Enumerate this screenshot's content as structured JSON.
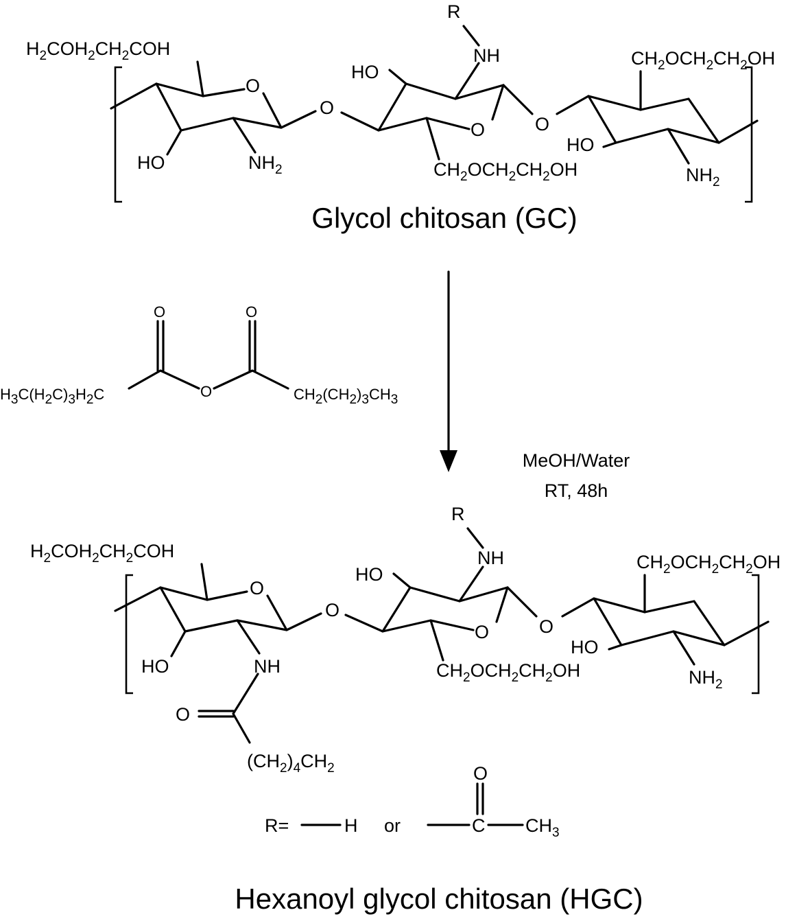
{
  "gc": {
    "r_top": "R",
    "nh_top": "NH",
    "ho_mid": "HO",
    "o_link1": "O",
    "o_ring1": "O",
    "o_ring2": "O",
    "o_link2": "O",
    "ho_left": "HO",
    "nh2_left_main": "NH",
    "nh2_left_sub": "2",
    "ho_right": "HO",
    "nh2_right_main": "NH",
    "nh2_right_sub": "2",
    "left_sub_a": "H",
    "left_sub_b": "2",
    "left_sub_c": "COH",
    "left_sub_d": "2",
    "left_sub_e": "CH",
    "left_sub_f": "2",
    "left_sub_g": "COH",
    "mid_sub_a": "CH",
    "mid_sub_b": "2",
    "mid_sub_c": "OCH",
    "mid_sub_d": "2",
    "mid_sub_e": "CH",
    "mid_sub_f": "2",
    "mid_sub_g": "OH",
    "right_sub_a": "CH",
    "right_sub_b": "2",
    "right_sub_c": "OCH",
    "right_sub_d": "2",
    "right_sub_e": "CH",
    "right_sub_f": "2",
    "right_sub_g": "OH",
    "title": "Glycol chitosan (GC)"
  },
  "reagent": {
    "o_left": "O",
    "o_right": "O",
    "o_bridge": "O",
    "left_chain_a": "H",
    "left_chain_b": "3",
    "left_chain_c": "C(H",
    "left_chain_d": "2",
    "left_chain_e": "C)",
    "left_chain_f": "3",
    "left_chain_g": "H",
    "left_chain_h": "2",
    "left_chain_i": "C",
    "right_chain_a": "CH",
    "right_chain_b": "2",
    "right_chain_c": "(CH",
    "right_chain_d": "2",
    "right_chain_e": ")",
    "right_chain_f": "3",
    "right_chain_g": "CH",
    "right_chain_h": "3"
  },
  "conditions": {
    "line1": "MeOH/Water",
    "line2": "RT,  48h"
  },
  "hgc": {
    "r_top": "R",
    "nh_top": "NH",
    "ho_mid": "HO",
    "o_link1": "O",
    "o_ring1": "O",
    "o_ring2": "O",
    "o_link2": "O",
    "ho_left": "HO",
    "nh_left": "NH",
    "o_carbonyl": "O",
    "chain_a": "(CH",
    "chain_b": "2",
    "chain_c": ")",
    "chain_d": "4",
    "chain_e": "CH",
    "chain_f": "2",
    "ho_right": "HO",
    "nh2_right_main": "NH",
    "nh2_right_sub": "2",
    "left_sub_a": "H",
    "left_sub_b": "2",
    "left_sub_c": "COH",
    "left_sub_d": "2",
    "left_sub_e": "CH",
    "left_sub_f": "2",
    "left_sub_g": "COH",
    "mid_sub_a": "CH",
    "mid_sub_b": "2",
    "mid_sub_c": "OCH",
    "mid_sub_d": "2",
    "mid_sub_e": "CH",
    "mid_sub_f": "2",
    "mid_sub_g": "OH",
    "right_sub_a": "CH",
    "right_sub_b": "2",
    "right_sub_c": "OCH",
    "right_sub_d": "2",
    "right_sub_e": "CH",
    "right_sub_f": "2",
    "right_sub_g": "OH",
    "title": "Hexanoyl glycol chitosan (HGC)"
  },
  "r_def": {
    "r_eq": "R=",
    "h": "H",
    "or": "or",
    "o": "O",
    "c": "C",
    "ch3_main": "CH",
    "ch3_sub": "3"
  }
}
